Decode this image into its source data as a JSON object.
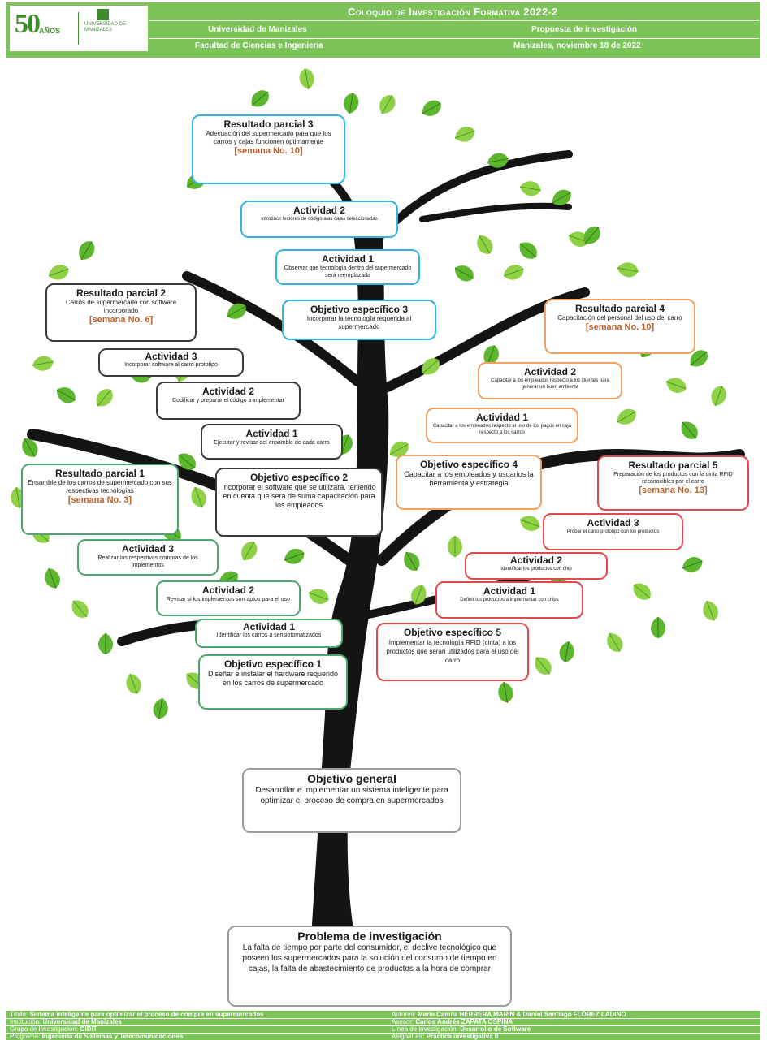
{
  "header": {
    "title": "Coloquio de Investigación Formativa 2022-2",
    "university": "Universidad de Manizales",
    "faculty": "Facultad de Ciencias e Ingeniería",
    "proposal": "Propuesta de investigación",
    "date": "Manizales, noviembre 18 de 2022",
    "logo_number": "50",
    "logo_anos": "AÑOS",
    "logo_university": "UNIVERSIDAD DE MANIZALES"
  },
  "colors": {
    "header_green": "#7cc35a",
    "leaf_green": "#5cb62e",
    "trunk": "#141414"
  },
  "boxes": {
    "rp3": {
      "title": "Resultado parcial 3",
      "desc": "Adecuación del supermercado para que los carros y cajas funcionen óptimamente",
      "week": "[semana No. 10]"
    },
    "a2_3": {
      "title": "Actividad 2",
      "desc": "Introducir lectores de código alas cajas seleccionadas"
    },
    "a1_3": {
      "title": "Actividad 1",
      "desc": "Observar que tecnología dentro del supermercado será reemplazada"
    },
    "oe3": {
      "title": "Objetivo específico 3",
      "desc": "Incorporar la tecnología requerida al supermercado"
    },
    "rp2": {
      "title": "Resultado parcial 2",
      "desc": "Carros de supermercado con software incorporado",
      "week": "[semana No. 6]"
    },
    "a3_2": {
      "title": "Actividad 3",
      "desc": "Incorporar software al carro prototipo"
    },
    "a2_2": {
      "title": "Actividad 2",
      "desc": "Codificar y preparar el código a implementar"
    },
    "a1_2": {
      "title": "Actividad 1",
      "desc": "Ejecutar y revisar del ensamble de cada carro"
    },
    "oe2": {
      "title": "Objetivo específico 2",
      "desc": "Incorporar el software que se utilizará, teniendo en cuenta que será de suma capacitación para los empleados"
    },
    "rp1": {
      "title": "Resultado parcial 1",
      "desc": "Ensamble de los carros de supermercado con sus respectivas tecnologías",
      "week": "[semana No. 3]"
    },
    "a3_1": {
      "title": "Actividad 3",
      "desc": "Realizar las respectivas compras de los implementos"
    },
    "a2_1": {
      "title": "Actividad 2",
      "desc": "Revisar si los implementos son aptos para el uso"
    },
    "a1_1": {
      "title": "Actividad 1",
      "desc": "Identificar los carros a sensiotomatizados"
    },
    "oe1": {
      "title": "Objetivo específico 1",
      "desc": "Diseñar e instalar el hardware requerido en los carros de supermercado"
    },
    "rp4": {
      "title": "Resultado parcial 4",
      "desc": "Capacitación del personal del uso del carro",
      "week": "[semana No. 10]"
    },
    "a2_4": {
      "title": "Actividad 2",
      "desc": "Capacitar a los empleados respecto a los clientes para generar un buen ambiente"
    },
    "a1_4": {
      "title": "Actividad 1",
      "desc": "Capacitar a los empleados respecto al uso de los pagos en caja respecto a los carros"
    },
    "oe4": {
      "title": "Objetivo específico 4",
      "desc": "Capacitar a los empleados y usuarios la herramienta y estrategia"
    },
    "rp5": {
      "title": "Resultado parcial 5",
      "desc": "Preparación de los productos con la cinta RFID reconocibles por el carro",
      "week": "[semana No. 13]"
    },
    "a3_5": {
      "title": "Actividad 3",
      "desc": "Probar el carro prototipo con los productos"
    },
    "a2_5": {
      "title": "Actividad 2",
      "desc": "Identificar los productos con chip"
    },
    "a1_5": {
      "title": "Actividad 1",
      "desc": "Definir los productos a implementar con chips"
    },
    "oe5": {
      "title": "Objetivo específico 5",
      "desc": "Implementar la tecnología RFID (cinta) a los productos que serán utilizados para el uso del carro"
    },
    "og": {
      "title": "Objetivo general",
      "desc": "Desarrollar e implementar un sistema inteligente para optimizar el proceso de compra en supermercados"
    },
    "pi": {
      "title": "Problema de investigación",
      "desc": "La falta de tiempo por parte del consumidor, el declive tecnológico que poseen los supermercados para la solución del consumo de tiempo en cajas, la falta de abastecimiento de productos a la hora de comprar"
    }
  },
  "footer": {
    "titulo_label": "Título: ",
    "titulo_value": "Sistema inteligente para optimizar el proceso de compra en supermercados",
    "institucion_label": "Institución: ",
    "institucion_value": "Universidad de Manizales",
    "grupo_label": "Grupo de investigación: ",
    "grupo_value": "GIDIT",
    "programa_label": "Programa: ",
    "programa_value": "Ingeniería de Sistemas y Telecomunicaciones",
    "autores_label": "Autores: ",
    "autores_value": "María Camila HERRERA MARÍN & Daniel Santiago FLÓREZ LADINO",
    "asesor_label": "Asesor: ",
    "asesor_value": "Carlos Andrés ZAPATA OSPINA",
    "linea_label": "Línea de investigación: ",
    "linea_value": "Desarrollo de Software",
    "asignatura_label": "Asignatura: ",
    "asignatura_value": "Práctica investigativa II"
  }
}
